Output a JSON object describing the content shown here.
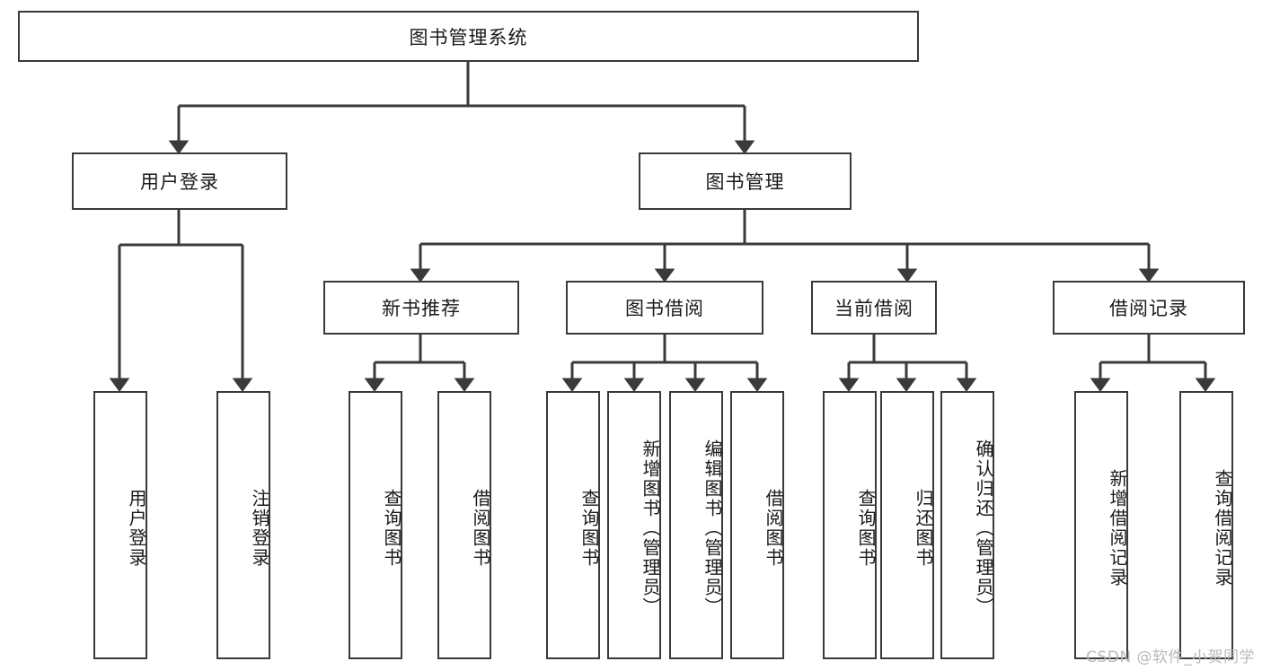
{
  "diagram": {
    "title": "图书管理系统",
    "watermark": "CSDN @软件_小贺同学",
    "levels": {
      "root": {
        "label": "图书管理系统"
      },
      "level2": [
        {
          "label": "用户登录"
        },
        {
          "label": "图书管理"
        }
      ],
      "level3": [
        {
          "label": "新书推荐"
        },
        {
          "label": "图书借阅"
        },
        {
          "label": "当前借阅"
        },
        {
          "label": "借阅记录"
        }
      ],
      "leaves": {
        "user_login": [
          {
            "label": "用户登录"
          },
          {
            "label": "注销登录"
          }
        ],
        "new_book_recommend": [
          {
            "label": "查询图书"
          },
          {
            "label": "借阅图书"
          }
        ],
        "book_borrow": [
          {
            "label": "查询图书"
          },
          {
            "label": "新增图书（管理员）"
          },
          {
            "label": "编辑图书（管理员）"
          },
          {
            "label": "借阅图书"
          }
        ],
        "current_borrow": [
          {
            "label": "查询图书"
          },
          {
            "label": "归还图书"
          },
          {
            "label": "确认归还（管理员）"
          }
        ],
        "borrow_record": [
          {
            "label": "新增借阅记录"
          },
          {
            "label": "查询借阅记录"
          }
        ]
      }
    },
    "colors": {
      "stroke": "#3a3a3a",
      "fill": "#ffffff",
      "text": "#1a1a1a",
      "watermark": "#b9b9b9"
    }
  }
}
